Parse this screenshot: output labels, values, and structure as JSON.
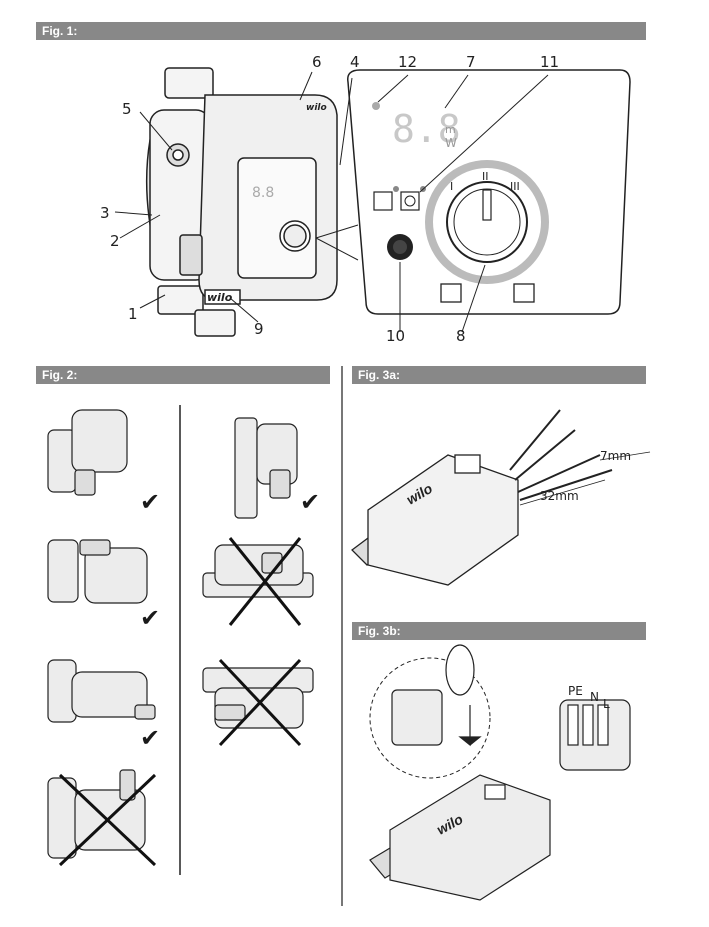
{
  "figures": {
    "fig1": {
      "title": "Fig. 1:"
    },
    "fig2": {
      "title": "Fig. 2:"
    },
    "fig3a": {
      "title": "Fig. 3a:"
    },
    "fig3b": {
      "title": "Fig. 3b:"
    }
  },
  "fig1_callouts": [
    "1",
    "2",
    "3",
    "4",
    "5",
    "6",
    "7",
    "8",
    "9",
    "10",
    "11",
    "12"
  ],
  "fig1_brand": "wilo",
  "fig1_display": {
    "digits": "8.8",
    "unit_top": "m",
    "unit_bottom": "W"
  },
  "fig1_dial_marks": {
    "low": "I",
    "mid": "II",
    "high": "III"
  },
  "fig3a_dims": {
    "strip_length": "7mm",
    "sheath_length": "32mm"
  },
  "fig3b_terminals": {
    "pe": "PE",
    "n": "N",
    "l": "L"
  },
  "fig2_marks": {
    "ok": "✔",
    "bad": "✖"
  }
}
